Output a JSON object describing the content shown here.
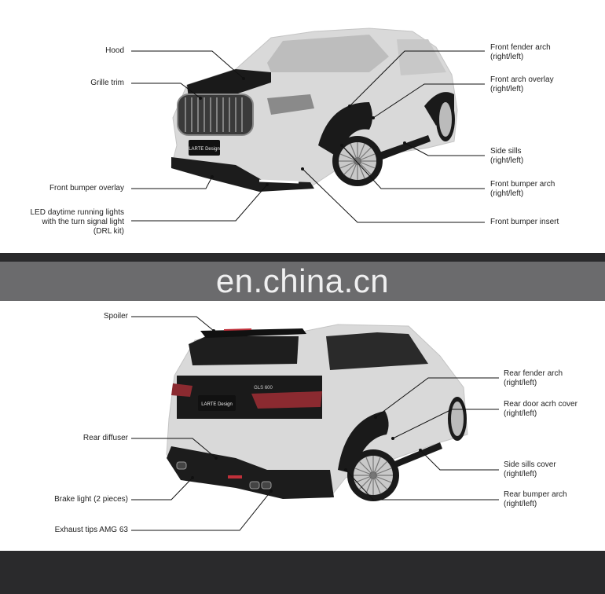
{
  "colors": {
    "accent_line": "#111111",
    "separator_dark": "#2a2a2c",
    "separator_grey": "#6b6b6d"
  },
  "watermark": "en.china.cn",
  "front_view": {
    "labels": {
      "hood": "Hood",
      "grille_trim": "Grille trim",
      "front_bumper_overlay": "Front bumper overlay",
      "led_drl": "LED daytime running lights\nwith the turn signal light\n(DRL kit)",
      "front_fender_arch": "Front fender arch\n(right/left)",
      "front_arch_overlay": "Front arch overlay\n(right/left)",
      "side_sills": "Side sills\n(right/left)",
      "front_bumper_arch": "Front bumper arch\n(right/left)",
      "front_bumper_insert": "Front bumper insert"
    },
    "plate": "LARTE Design"
  },
  "rear_view": {
    "labels": {
      "spoiler": "Spoiler",
      "rear_diffuser": "Rear diffuser",
      "brake_light": "Brake light (2 pieces)",
      "exhaust_tips": "Exhaust tips AMG 63",
      "rear_fender_arch": "Rear fender arch\n(right/left)",
      "rear_door_arch_cover": "Rear door acrh cover\n(right/left)",
      "side_sills_cover": "Side sills cover\n(right/left)",
      "rear_bumper_arch": "Rear bumper arch\n(right/left)"
    },
    "plate": "LARTE Design",
    "badge": "GLS 600"
  }
}
